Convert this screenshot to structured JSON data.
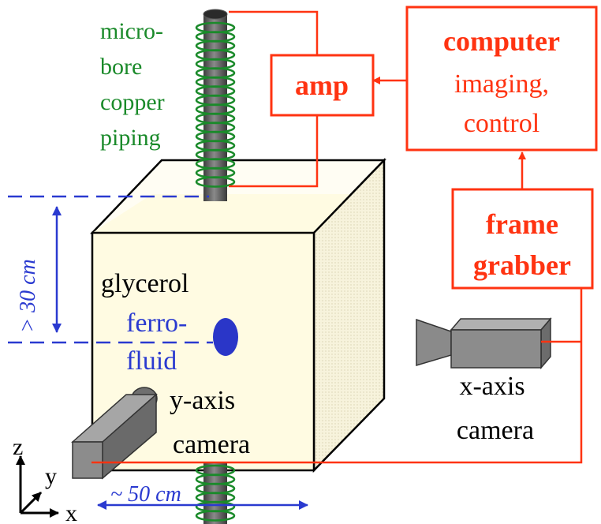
{
  "labels": {
    "pipe_top": [
      "micro-",
      "bore",
      "copper",
      "piping"
    ],
    "amp": "amp",
    "computer_title": "computer",
    "computer_lines": [
      "imaging,",
      "control"
    ],
    "frame_grabber": [
      "frame",
      "grabber"
    ],
    "glycerol": "glycerol",
    "ferrofluid": [
      "ferro-",
      "fluid"
    ],
    "y_camera": [
      "y-axis",
      "camera"
    ],
    "x_camera": [
      "x-axis",
      "camera"
    ],
    "height_dim": "> 30 cm",
    "width_dim": "~ 50 cm",
    "axes": {
      "z": "z",
      "y": "y",
      "x": "x"
    }
  },
  "colors": {
    "signal": "#ff3311",
    "box_text": "#ff3311",
    "coil": "#1a8a2a",
    "dimension": "#2a3ad0",
    "blob": "#2a36c8",
    "camera_body": "#8c8c8c",
    "pipe": "#6a6a6a",
    "liquid": "#fffbe2"
  }
}
